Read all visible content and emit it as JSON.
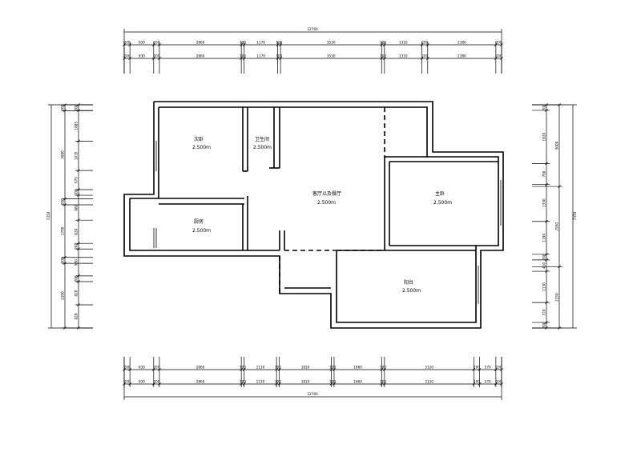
{
  "total_width": "12760",
  "total_height": "7350",
  "top_dims": [
    "200",
    "830",
    "200",
    "2860",
    "100",
    "1170",
    "100",
    "3530",
    "100",
    "1310",
    "200",
    "2380",
    "200"
  ],
  "bottom_dims": [
    "200",
    "830",
    "200",
    "2860",
    "100",
    "1130",
    "100",
    "1810",
    "100",
    "1660",
    "100",
    "3120",
    "200",
    "570",
    "200"
  ],
  "left_dims": [
    "200",
    "3000",
    "200",
    "1790",
    "200",
    "2200"
  ],
  "left_sub_dims": [
    "200",
    "1085",
    "1035",
    "675",
    "200",
    "880",
    "820",
    "200",
    "950",
    "200",
    "820",
    "820"
  ],
  "right_dims": [
    "200",
    "1920",
    "760",
    "1330",
    "1190",
    "200",
    "410",
    "1130",
    "720",
    "200"
  ],
  "right_sub_dims": [
    "3000",
    "2950",
    "2250"
  ],
  "rooms": [
    {
      "id": "secondary-bedroom",
      "name": "次卧",
      "level": "2.500m"
    },
    {
      "id": "bathroom",
      "name": "卫生间",
      "level": "2.500m"
    },
    {
      "id": "living-dining",
      "name": "客厅以及餐厅",
      "level": "2.500m"
    },
    {
      "id": "master-bedroom",
      "name": "主卧",
      "level": "2.500m"
    },
    {
      "id": "kitchen",
      "name": "厨房",
      "level": "2.500m"
    },
    {
      "id": "balcony",
      "name": "阳台",
      "level": "2.500m"
    }
  ]
}
